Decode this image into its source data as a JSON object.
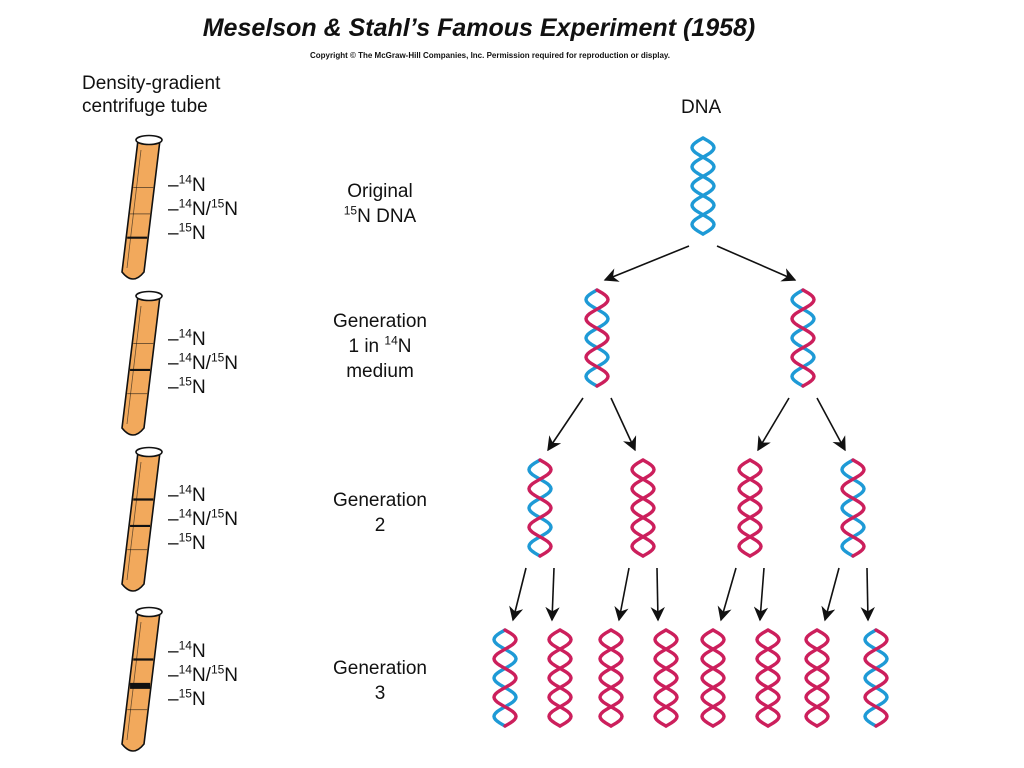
{
  "title": "Meselson & Stahl’s Famous Experiment (1958)",
  "copyright": "Copyright © The McGraw-Hill Companies, Inc. Permission required for reproduction or display.",
  "tube_heading": [
    "Density-gradient",
    "centrifuge tube"
  ],
  "dna_heading": "DNA",
  "band_labels": {
    "dash": "–",
    "light": {
      "mass": "14",
      "element": "N"
    },
    "hybrid": {
      "mass_a": "14",
      "sep": "N/",
      "mass_b": "15",
      "element": "N"
    },
    "heavy": {
      "mass": "15",
      "element": "N"
    }
  },
  "stages": [
    {
      "lines": [
        {
          "text": "Original"
        },
        {
          "sup": "15",
          "text": "N DNA"
        }
      ],
      "band": "heavy"
    },
    {
      "lines": [
        {
          "text": "Generation"
        },
        {
          "text": "1 in ",
          "sup": "14",
          "after": "N"
        },
        {
          "text": "medium"
        }
      ],
      "band": "hybrid"
    },
    {
      "lines": [
        {
          "text": "Generation"
        },
        {
          "text": "2"
        }
      ],
      "band": "hybrid+light"
    },
    {
      "lines": [
        {
          "text": "Generation"
        },
        {
          "text": "3"
        }
      ],
      "band": "hybrid+light"
    }
  ],
  "strand_colors": {
    "parental": "#1e9ad6",
    "new": "#cc1f5c"
  },
  "tube_colors": {
    "fill": "#f2a95c",
    "band": "#111111"
  },
  "generations": [
    [
      [
        "parental",
        "parental"
      ]
    ],
    [
      [
        "new",
        "parental"
      ],
      [
        "new",
        "parental"
      ]
    ],
    [
      [
        "new",
        "parental"
      ],
      [
        "new",
        "new"
      ],
      [
        "new",
        "new"
      ],
      [
        "new",
        "parental"
      ]
    ],
    [
      [
        "new",
        "parental"
      ],
      [
        "new",
        "new"
      ],
      [
        "new",
        "new"
      ],
      [
        "new",
        "new"
      ],
      [
        "new",
        "new"
      ],
      [
        "new",
        "new"
      ],
      [
        "new",
        "new"
      ],
      [
        "new",
        "parental"
      ]
    ]
  ]
}
